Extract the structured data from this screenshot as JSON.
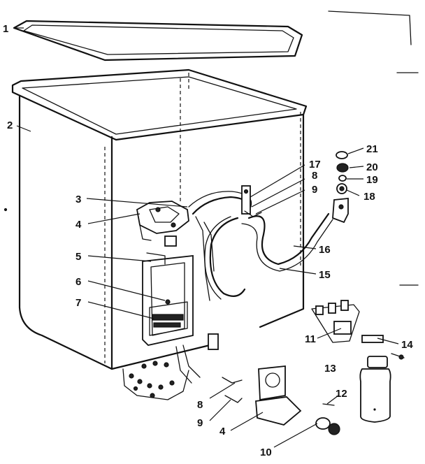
{
  "callouts": [
    {
      "id": "c1",
      "text": "1"
    },
    {
      "id": "c2",
      "text": "2"
    },
    {
      "id": "c3",
      "text": "3"
    },
    {
      "id": "c4a",
      "text": "4"
    },
    {
      "id": "c5",
      "text": "5"
    },
    {
      "id": "c6",
      "text": "6"
    },
    {
      "id": "c7",
      "text": "7"
    },
    {
      "id": "c8a",
      "text": "8"
    },
    {
      "id": "c9a",
      "text": "9"
    },
    {
      "id": "c17",
      "text": "17"
    },
    {
      "id": "c21",
      "text": "21"
    },
    {
      "id": "c20",
      "text": "20"
    },
    {
      "id": "c19",
      "text": "19"
    },
    {
      "id": "c18",
      "text": "18"
    },
    {
      "id": "c16",
      "text": "16"
    },
    {
      "id": "c15",
      "text": "15"
    },
    {
      "id": "c11",
      "text": "11"
    },
    {
      "id": "c14",
      "text": "14"
    },
    {
      "id": "c13",
      "text": "13"
    },
    {
      "id": "c12",
      "text": "12"
    },
    {
      "id": "c8b",
      "text": "8"
    },
    {
      "id": "c9b",
      "text": "9"
    },
    {
      "id": "c4b",
      "text": "4"
    },
    {
      "id": "c10",
      "text": "10"
    }
  ]
}
